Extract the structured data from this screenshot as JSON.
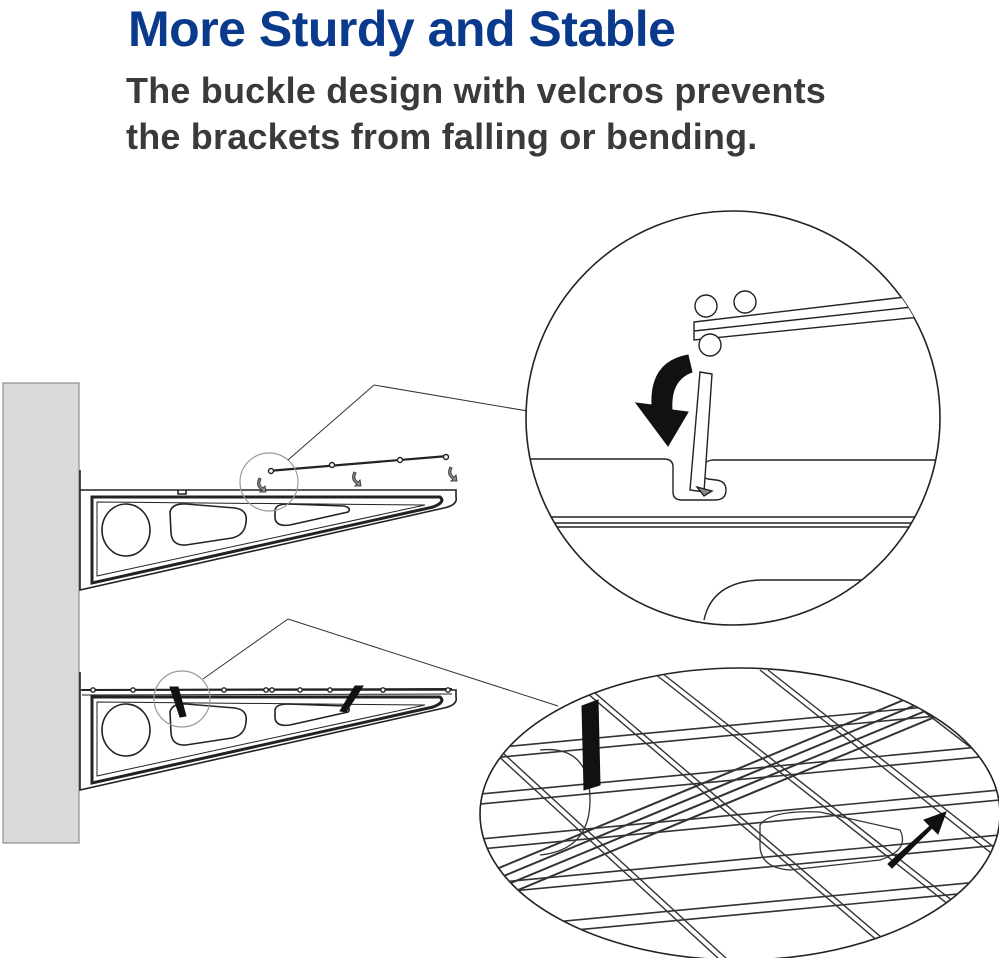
{
  "heading": {
    "title": "More Sturdy and Stable",
    "subtitle_line1": "The buckle design with velcros prevents",
    "subtitle_line2": "the brackets from falling or bending."
  },
  "colors": {
    "title": "#0a3a8c",
    "subtitle": "#3a3a3a",
    "wall": "#d9d9d9",
    "wall_edge": "#8f8f8f",
    "line": "#222222",
    "arrow_fill": "#111111",
    "arrow_grey": "#888888"
  },
  "diagram": {
    "upper_bracket": "bracket with shelf rod being hooked in",
    "lower_bracket": "bracket with shelf installed and velcro straps",
    "upper_zoom": "buckle hook detail",
    "lower_zoom": "wire shelf with velcro strap detail"
  }
}
